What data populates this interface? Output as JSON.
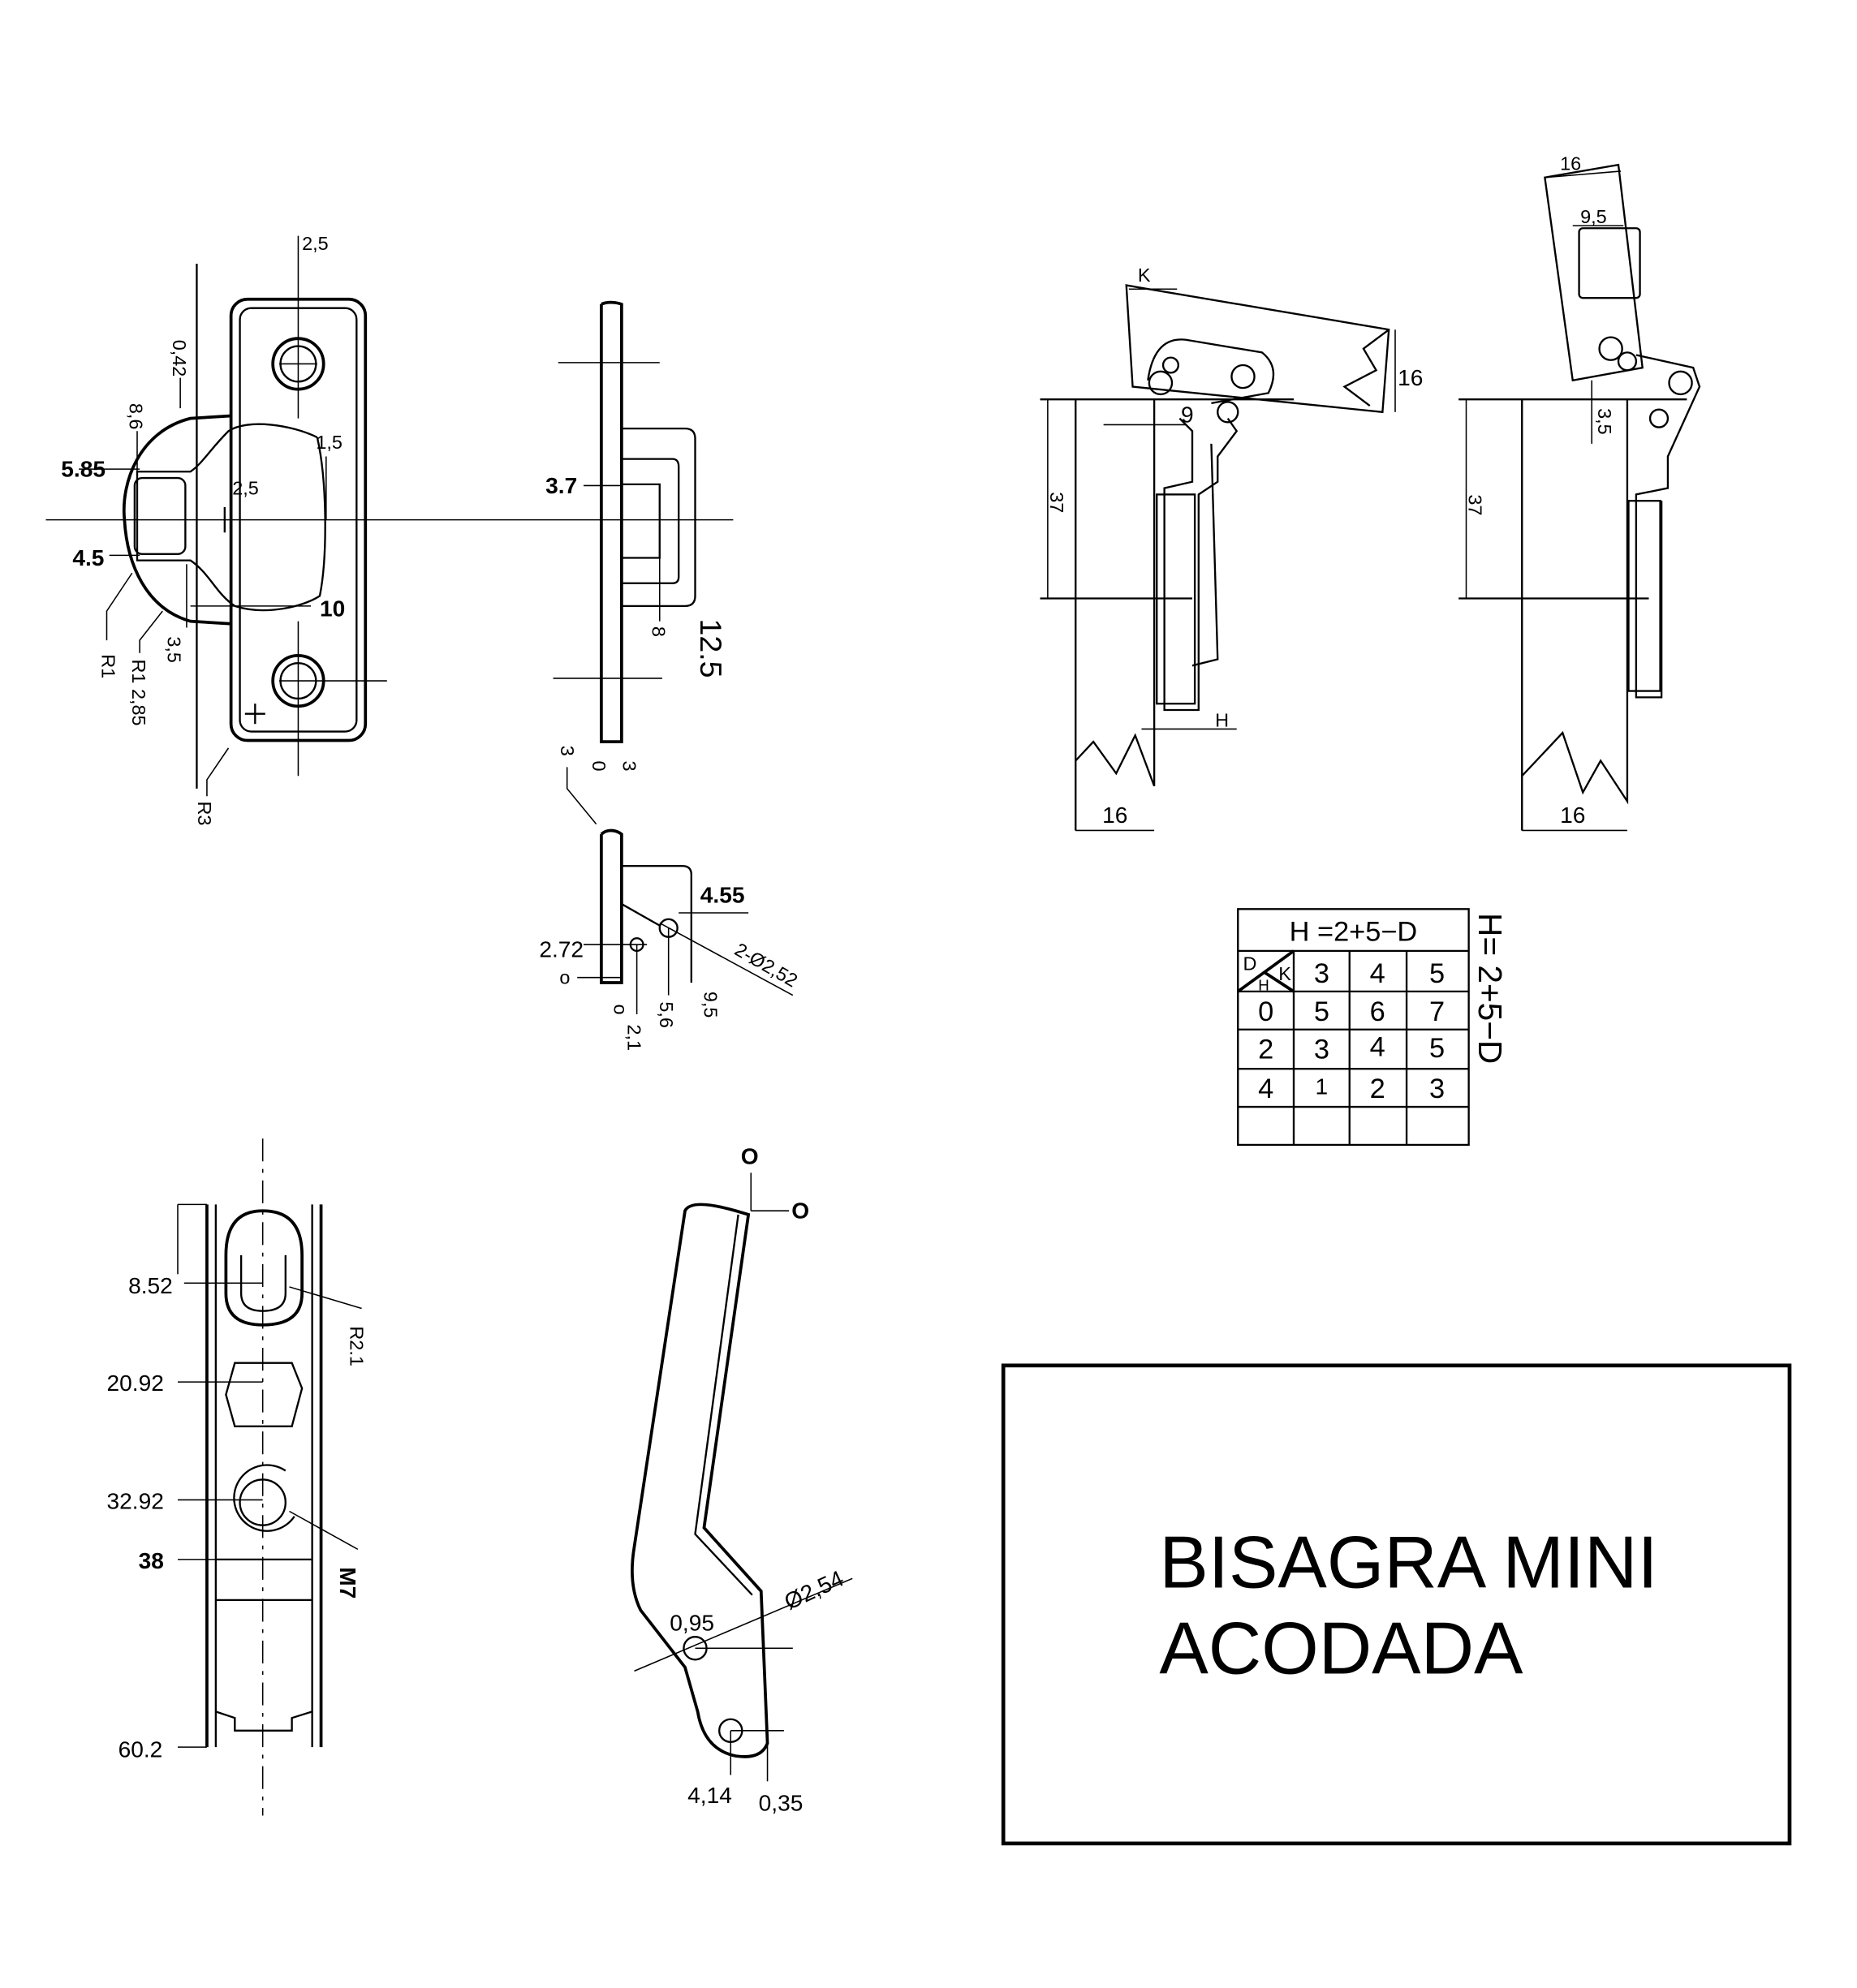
{
  "title": {
    "line1": "BISAGRA MINI",
    "line2": "ACODADA"
  },
  "plate_view": {
    "dims": [
      "2,5",
      "0,42",
      "8,6",
      "5.85",
      "1,5",
      "2,5",
      "4.5",
      "10",
      "3,5",
      "R1",
      "R1 2,85",
      "R3"
    ]
  },
  "side_view": {
    "dims": [
      "3.7",
      "8",
      "12.5",
      "3",
      "0",
      "3"
    ]
  },
  "detail_view": {
    "dims": [
      "4.55",
      "2.72",
      "o",
      "o",
      "2,1",
      "5,6",
      "9,5",
      "2-Ø2,52"
    ]
  },
  "closed_view": {
    "dims": [
      "K",
      "16",
      "9",
      "37",
      "H",
      "16"
    ]
  },
  "open_view": {
    "dims": [
      "16",
      "9,5",
      "3,5",
      "37",
      "16"
    ]
  },
  "table": {
    "header": "H =2+5−D",
    "corner": {
      "d": "D",
      "k": "K",
      "h": "H"
    },
    "columns": [
      "3",
      "4",
      "5"
    ],
    "rows": [
      {
        "d": "0",
        "values": [
          "5",
          "6",
          "7"
        ]
      },
      {
        "d": "2",
        "values": [
          "3",
          "4",
          "5"
        ]
      },
      {
        "d": "4",
        "values": [
          "1",
          "2",
          "3"
        ]
      },
      {
        "d": "",
        "values": [
          "",
          "",
          ""
        ]
      }
    ],
    "side_formula": "H= 2+5−D"
  },
  "arm_view": {
    "dims": [
      "8.52",
      "20.92",
      "32.92",
      "38",
      "60.2",
      "R2.1",
      "M7"
    ]
  },
  "link_view": {
    "dims": [
      "O",
      "O",
      "Ø2,54",
      "0,95",
      "4,14",
      "0,35"
    ]
  }
}
